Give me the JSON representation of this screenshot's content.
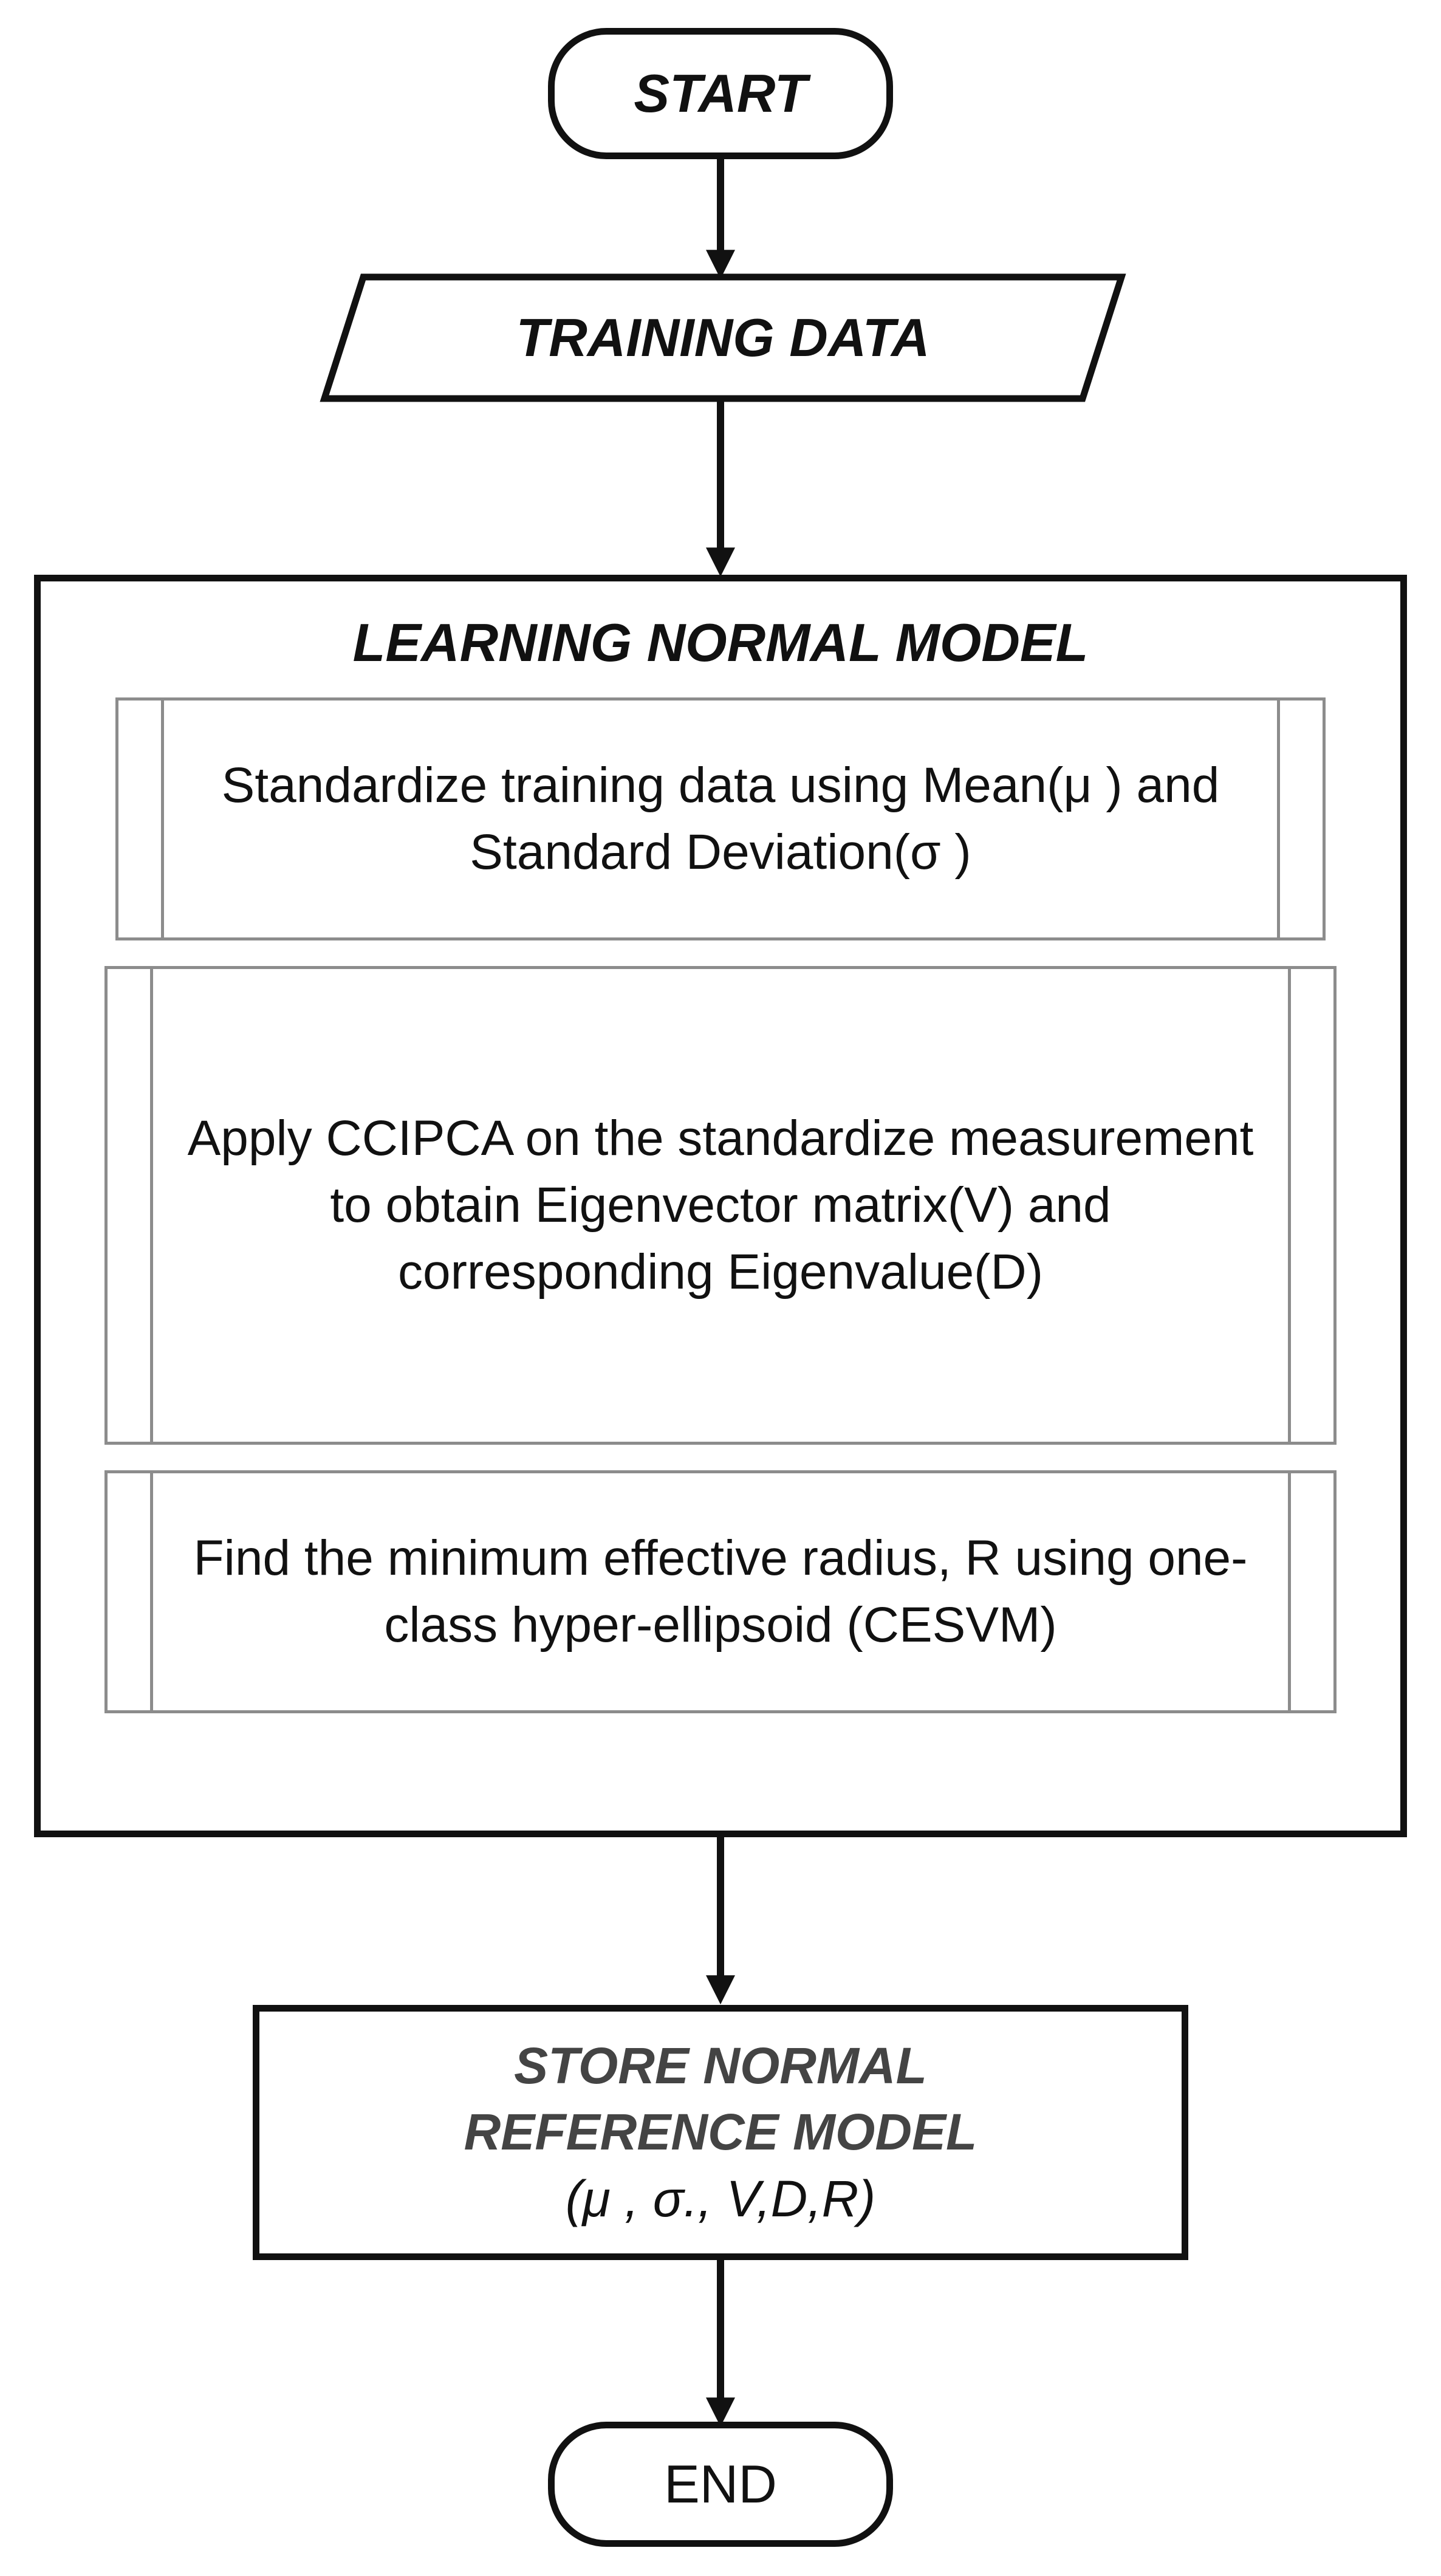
{
  "start": {
    "label": "START"
  },
  "input": {
    "label": "TRAINING DATA"
  },
  "container": {
    "title": "LEARNING NORMAL MODEL"
  },
  "steps": [
    {
      "text": "Standardize training data using Mean(μ ) and Standard Deviation(σ )"
    },
    {
      "text": "Apply CCIPCA on the standardize measurement to obtain Eigenvector matrix(V) and corresponding Eigenvalue(D)"
    },
    {
      "text": "Find the minimum effective radius, R using one-class hyper-ellipsoid (CESVM)"
    }
  ],
  "store": {
    "title": "STORE NORMAL REFERENCE MODEL",
    "params": "(μ , σ., V,D,R)"
  },
  "end": {
    "label": "END"
  }
}
